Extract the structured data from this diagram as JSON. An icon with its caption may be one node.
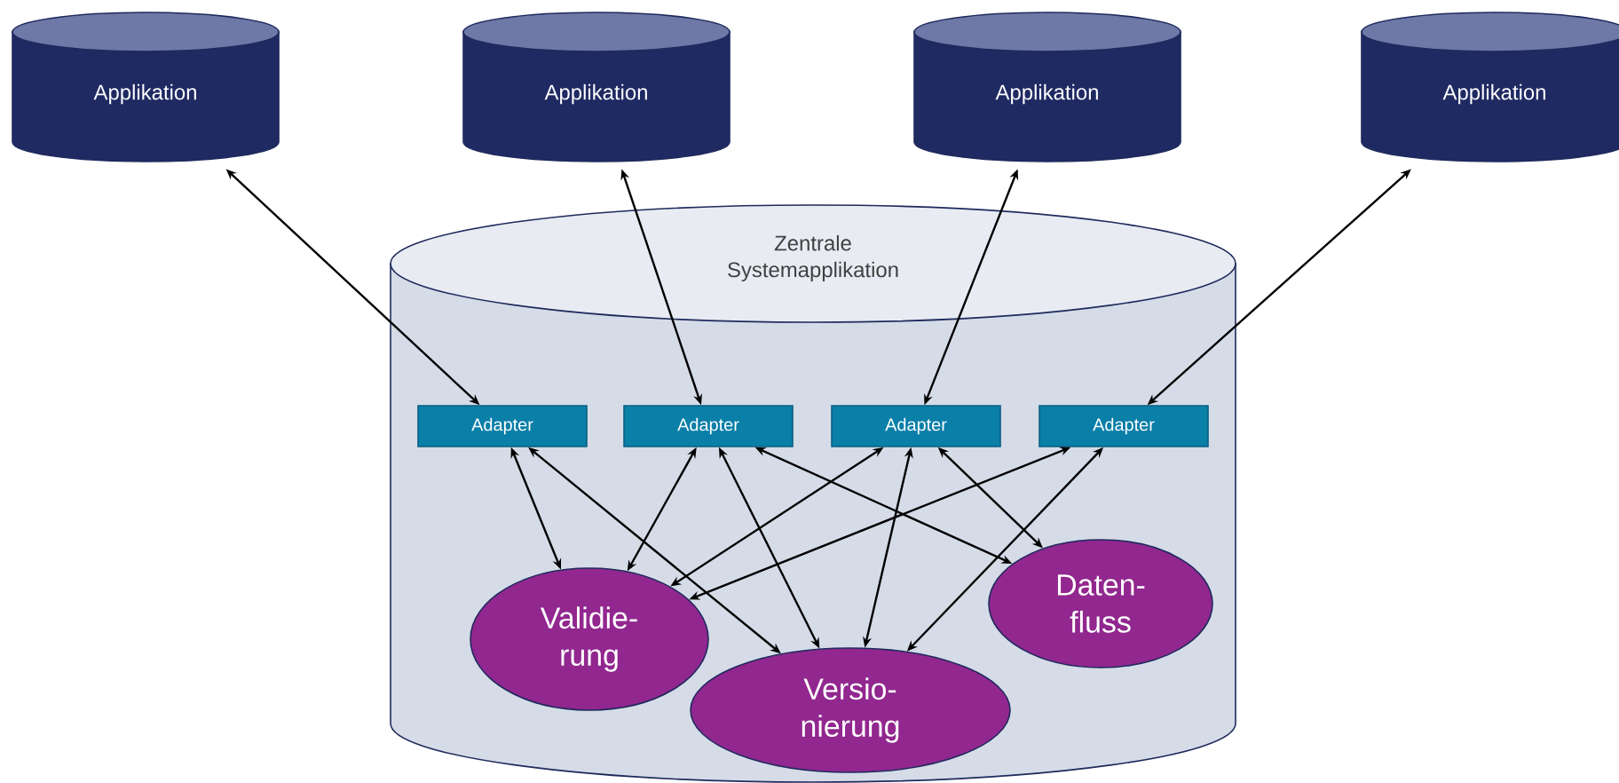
{
  "diagram": {
    "nodes": [
      {
        "text": [
          "Applikation"
        ]
      },
      {
        "text": [
          "Applikation"
        ]
      },
      {
        "text": [
          "Applikation"
        ]
      },
      {
        "text": [
          "Applikation"
        ]
      },
      {
        "text": [
          "Zentrale Systemapplikation"
        ]
      },
      {
        "text": [
          "Adapter"
        ],
        "in": 4
      },
      {
        "text": [
          "Adapter"
        ],
        "in": 4
      },
      {
        "text": [
          "Adapter"
        ],
        "in": 4
      },
      {
        "text": [
          "Adapter"
        ],
        "in": 4
      },
      {
        "text": [
          "Validie- rung"
        ],
        "in": 4
      },
      {
        "text": [
          "Versio- nierung"
        ],
        "in": 4
      },
      {
        "text": [
          "Daten- fluss"
        ],
        "in": 4
      }
    ],
    "edges": [
      {
        "from": 0,
        "to": 5,
        "arrow": "both"
      },
      {
        "from": 1,
        "to": 6,
        "arrow": "both"
      },
      {
        "from": 2,
        "to": 7,
        "arrow": "both"
      },
      {
        "from": 3,
        "to": 8,
        "arrow": "both"
      },
      {
        "from": 5,
        "to": 9,
        "arrow": "both"
      },
      {
        "from": 5,
        "to": 10,
        "arrow": "both"
      },
      {
        "from": 6,
        "to": 9,
        "arrow": "both"
      },
      {
        "from": 6,
        "to": 10,
        "arrow": "both"
      },
      {
        "from": 6,
        "to": 11,
        "arrow": "both"
      },
      {
        "from": 7,
        "to": 9,
        "arrow": "both"
      },
      {
        "from": 7,
        "to": 10,
        "arrow": "both"
      },
      {
        "from": 7,
        "to": 11,
        "arrow": "both"
      },
      {
        "from": 8,
        "to": 9,
        "arrow": "both"
      },
      {
        "from": 8,
        "to": 10,
        "arrow": "both"
      }
    ]
  }
}
